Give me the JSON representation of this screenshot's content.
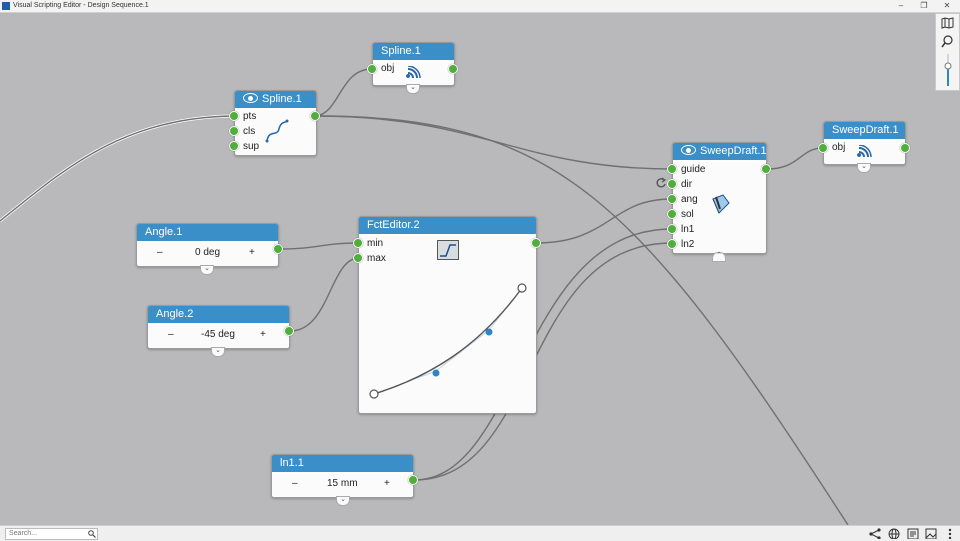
{
  "window": {
    "title": "Visual Scripting Editor - Design Sequence.1",
    "minimize": "–",
    "restore": "❐",
    "close": "✕"
  },
  "nodes": {
    "spline_out": {
      "title": "Spline.1",
      "ports": {
        "obj": "obj"
      }
    },
    "spline_in": {
      "title": "Spline.1",
      "ports": {
        "pts": "pts",
        "cls": "cls",
        "sup": "sup"
      }
    },
    "angle1": {
      "title": "Angle.1",
      "minus": "–",
      "value": "0 deg",
      "plus": "+"
    },
    "angle2": {
      "title": "Angle.2",
      "minus": "–",
      "value": "-45 deg",
      "plus": "+"
    },
    "fct": {
      "title": "FctEditor.2",
      "ports": {
        "min": "min",
        "max": "max"
      }
    },
    "ln": {
      "title": "ln1.1",
      "minus": "–",
      "value": "15 mm",
      "plus": "+"
    },
    "sweep": {
      "title": "SweepDraft.1",
      "ports": {
        "guide": "guide",
        "dir": "dir",
        "ang": "ang",
        "sol": "sol",
        "ln1": "ln1",
        "ln2": "ln2"
      }
    },
    "sweep_out": {
      "title": "SweepDraft.1",
      "ports": {
        "obj": "obj"
      }
    }
  },
  "statusbar": {
    "search_placeholder": "Search..."
  },
  "colors": {
    "canvas": "#b9b9bb",
    "node_header": "#3b8fc8",
    "port": "#4fae3c",
    "wire": "#707070"
  },
  "icons": [
    "map-icon",
    "zoom-icon",
    "zoom-slider",
    "share-icon",
    "globe-icon",
    "document-icon",
    "image-icon",
    "more-icon",
    "search-icon"
  ]
}
